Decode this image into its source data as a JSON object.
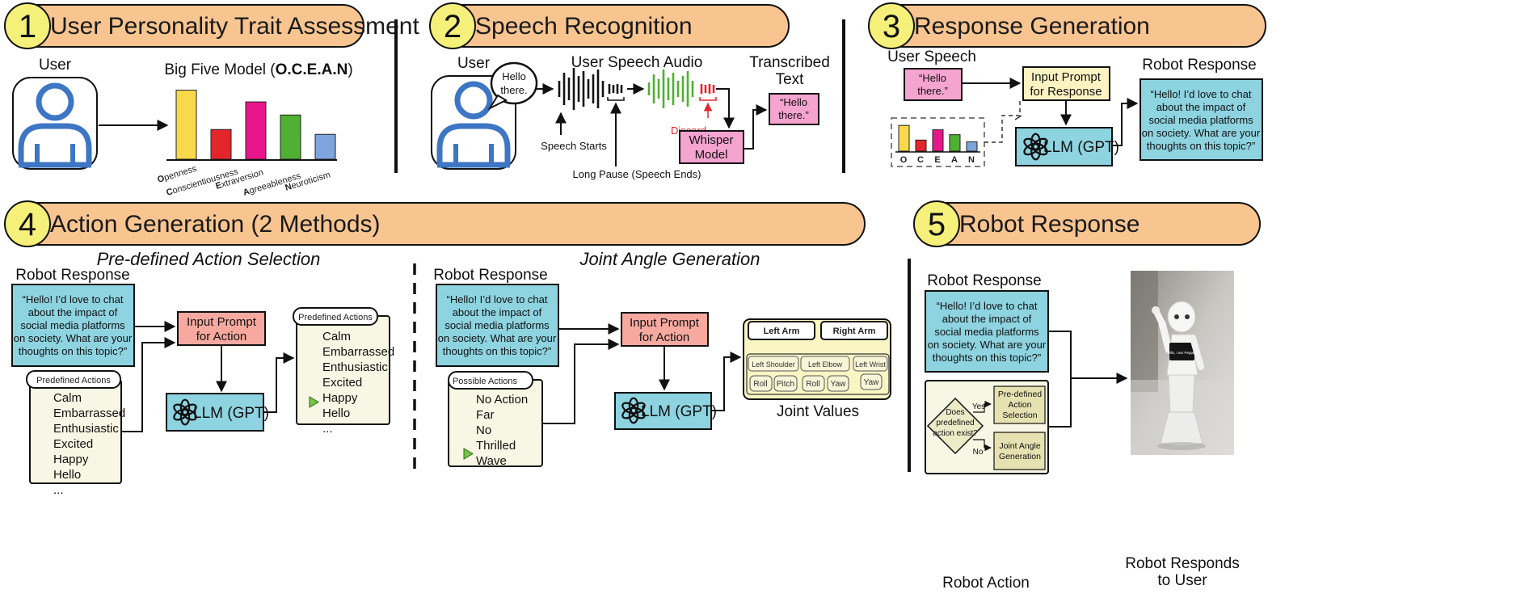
{
  "colors": {
    "banner_fill": "#f8c591",
    "circle_fill": "#f5f07a",
    "user_blue": "#3d76c4",
    "speech_pink": "#f5a3cf",
    "prompt_cream": "#fdf3c2",
    "llm_cyan": "#8dd3e0",
    "action_prompt": "#f7a9a0",
    "list_cream": "#f8f6e4",
    "joint_yellow": "#faf6c4"
  },
  "banners": [
    {
      "number": "1",
      "title": "User Personality Trait Assessment"
    },
    {
      "number": "2",
      "title": "Speech Recognition"
    },
    {
      "number": "3",
      "title": "Response Generation"
    },
    {
      "number": "4",
      "title": "Action Generation (2 Methods)"
    },
    {
      "number": "5",
      "title": "Robot Response"
    }
  ],
  "panel1": {
    "user_label": "User",
    "chart_title_prefix": "Big Five Model (",
    "chart_title_bold": "O.C.E.A.N",
    "chart_title_suffix": ")",
    "traits": [
      {
        "initial": "O",
        "rest": "penness"
      },
      {
        "initial": "C",
        "rest": "onscientiousness"
      },
      {
        "initial": "E",
        "rest": "xtraversion"
      },
      {
        "initial": "A",
        "rest": "greeableness"
      },
      {
        "initial": "N",
        "rest": "euroticism"
      }
    ]
  },
  "chart_data": [
    {
      "type": "bar",
      "categories": [
        "Openness",
        "Conscientiousness",
        "Extraversion",
        "Agreeableness",
        "Neuroticism"
      ],
      "values": [
        100,
        43,
        83,
        64,
        36
      ],
      "colors": [
        "#f8d94a",
        "#e4252b",
        "#e8168b",
        "#4fb032",
        "#7ea4dc"
      ],
      "title": "Big Five Model (O.C.E.A.N)",
      "ylim": [
        0,
        110
      ]
    },
    {
      "type": "bar",
      "categories": [
        "O",
        "C",
        "E",
        "A",
        "N"
      ],
      "values": [
        100,
        43,
        83,
        64,
        36
      ],
      "colors": [
        "#f8d94a",
        "#e4252b",
        "#e8168b",
        "#4fb032",
        "#7ea4dc"
      ],
      "ylim": [
        0,
        110
      ]
    }
  ],
  "panel2": {
    "user_label": "User",
    "bubble_line1": "Hello",
    "bubble_line2": "there.",
    "audio_label": "User Speech Audio",
    "speech_starts": "Speech Starts",
    "long_pause": "Long Pause (Speech Ends)",
    "discard": "Discard",
    "whisper_line1": "Whisper",
    "whisper_line2": "Model",
    "transcribed_line1": "Transcribed",
    "transcribed_line2": "Text",
    "output_line1": "“Hello",
    "output_line2": "there.”"
  },
  "panel3": {
    "user_speech_label": "User Speech",
    "speech_line1": "“Hello",
    "speech_line2": "there.”",
    "prompt_line1": "Input Prompt",
    "prompt_line2": "for Response",
    "llm_label": "LLM (GPT)",
    "robot_response_label": "Robot Response",
    "response_lines": [
      "“Hello! I’d love to chat",
      "about the impact of",
      "social media platforms",
      "on society. What are your",
      "thoughts on this topic?”"
    ]
  },
  "panel4": {
    "method1_title": "Pre-defined Action Selection",
    "method2_title": "Joint Angle Generation",
    "robot_response_label": "Robot Response",
    "response_lines": [
      "“Hello! I’d love to chat",
      "about the impact of",
      "social media platforms",
      "on society. What are your",
      "thoughts on this topic?”"
    ],
    "predefined_tab": "Predefined Actions",
    "predefined_list": [
      "Calm",
      "Embarrassed",
      "Enthusiastic",
      "Excited",
      "Happy",
      "Hello",
      "..."
    ],
    "prompt_line1": "Input Prompt",
    "prompt_line2": "for Action",
    "llm_label": "LLM (GPT)",
    "output_tab": "Predefined Actions",
    "output_list": [
      "Calm",
      "Embarrassed",
      "Enthusiastic",
      "Excited",
      "Happy",
      "Hello",
      "..."
    ],
    "possible_tab": "Possible Actions",
    "possible_list": [
      "No Action",
      "Far",
      "No",
      "Thrilled",
      "Wave"
    ],
    "left_arm": "Left Arm",
    "right_arm": "Right Arm",
    "left_shoulder": "Left Shoulder",
    "left_elbow": "Left Elbow",
    "left_wrist": "Left Wrist",
    "roll1": "Roll",
    "pitch": "Pitch",
    "roll2": "Roll",
    "yaw1": "Yaw",
    "yaw2": "Yaw",
    "joint_values": "Joint Values"
  },
  "panel5": {
    "robot_response_label": "Robot Response",
    "response_lines": [
      "“Hello! I’d love to chat",
      "about the impact of",
      "social media platforms",
      "on society. What are your",
      "thoughts on this topic?”"
    ],
    "question_lines": [
      "Does",
      "predefined",
      "action exist?"
    ],
    "yes": "Yes",
    "no": "No",
    "predef_lines": [
      "Pre-defined",
      "Action",
      "Selection"
    ],
    "joint_lines": [
      "Joint Angle",
      "Generation"
    ],
    "robot_action_label": "Robot Action",
    "responds_line1": "Robot Responds",
    "responds_line2": "to User",
    "tablet_text": "Hello, I am Pepper!"
  }
}
